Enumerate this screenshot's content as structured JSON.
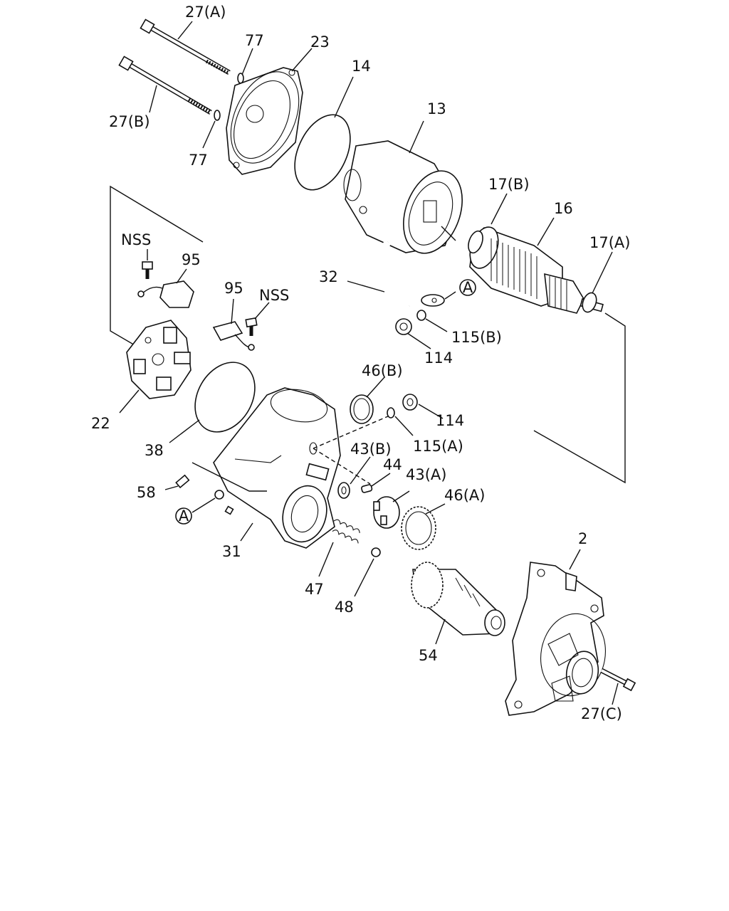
{
  "diagram": {
    "callouts": [
      {
        "id": "c27a",
        "text": "27(A)"
      },
      {
        "id": "c77a",
        "text": "77"
      },
      {
        "id": "c23",
        "text": "23"
      },
      {
        "id": "c14",
        "text": "14"
      },
      {
        "id": "c27b",
        "text": "27(B)"
      },
      {
        "id": "c77b",
        "text": "77"
      },
      {
        "id": "c13",
        "text": "13"
      },
      {
        "id": "c17b",
        "text": "17(B)"
      },
      {
        "id": "c16",
        "text": "16"
      },
      {
        "id": "c17a",
        "text": "17(A)"
      },
      {
        "id": "cnss1",
        "text": "NSS"
      },
      {
        "id": "c95a",
        "text": "95"
      },
      {
        "id": "c95b",
        "text": "95"
      },
      {
        "id": "cnss2",
        "text": "NSS"
      },
      {
        "id": "c32",
        "text": "32"
      },
      {
        "id": "c115b",
        "text": "115(B)"
      },
      {
        "id": "c114a",
        "text": "114"
      },
      {
        "id": "c46b",
        "text": "46(B)"
      },
      {
        "id": "c114b",
        "text": "114"
      },
      {
        "id": "c22",
        "text": "22"
      },
      {
        "id": "c38",
        "text": "38"
      },
      {
        "id": "c115a",
        "text": "115(A)"
      },
      {
        "id": "c43b",
        "text": "43(B)"
      },
      {
        "id": "c44",
        "text": "44"
      },
      {
        "id": "c43a",
        "text": "43(A)"
      },
      {
        "id": "c46a",
        "text": "46(A)"
      },
      {
        "id": "c58",
        "text": "58"
      },
      {
        "id": "c31",
        "text": "31"
      },
      {
        "id": "c47",
        "text": "47"
      },
      {
        "id": "c48",
        "text": "48"
      },
      {
        "id": "c2",
        "text": "2"
      },
      {
        "id": "c54",
        "text": "54"
      },
      {
        "id": "c27c",
        "text": "27(C)"
      }
    ],
    "reference_marks": [
      {
        "id": "refA1",
        "text": "A"
      },
      {
        "id": "refA2",
        "text": "A"
      }
    ]
  }
}
